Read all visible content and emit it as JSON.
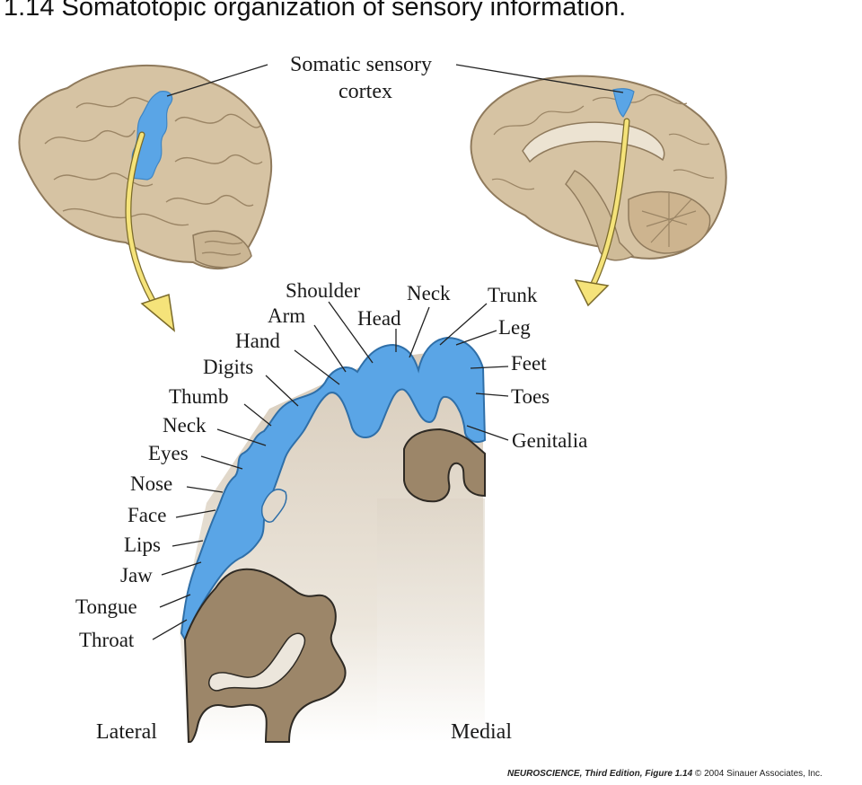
{
  "title": "1.14   Somatotopic organization of sensory information.",
  "cortex_label_line1": "Somatic sensory",
  "cortex_label_line2": "cortex",
  "body_parts": {
    "shoulder": "Shoulder",
    "arm": "Arm",
    "hand": "Hand",
    "digits": "Digits",
    "thumb": "Thumb",
    "neck_lateral": "Neck",
    "eyes": "Eyes",
    "nose": "Nose",
    "face": "Face",
    "lips": "Lips",
    "jaw": "Jaw",
    "tongue": "Tongue",
    "throat": "Throat",
    "neck_top": "Neck",
    "head": "Head",
    "trunk": "Trunk",
    "leg": "Leg",
    "feet": "Feet",
    "toes": "Toes",
    "genitalia": "Genitalia"
  },
  "orientation": {
    "lateral": "Lateral",
    "medial": "Medial"
  },
  "credit": {
    "book": "NEUROSCIENCE, Third Edition, Figure 1.14",
    "copyright": "© 2004 Sinauer Associates, Inc."
  },
  "colors": {
    "cortex_blue": "#5aa5e6",
    "white_matter": "#e2d9cc",
    "gray_matter_brown": "#9c8669",
    "brain_tan": "#d6c3a3",
    "arrow_yellow": "#f5e37a"
  }
}
